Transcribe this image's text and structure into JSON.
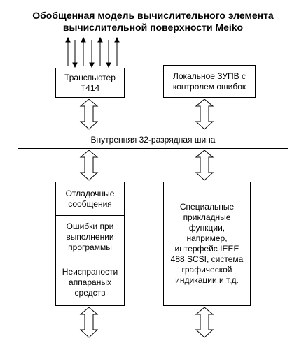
{
  "title": {
    "line1": "Обобщенная модель вычислительного элемента",
    "line2": "вычислительной поверхности Meiko"
  },
  "boxes": {
    "transputer": "Транспьютер Т414",
    "local_memory": "Локальное ЗУПВ с контролем ошибок",
    "bus": "Внутренняя 32-разрядная шина",
    "left_stack": [
      "Отладочные сообщения",
      "Ошибки при выполнении программы",
      "Неиспраности аппараных средств"
    ],
    "special": "Специальные прикладные функции, например, интерфейс IEEE 488 SCSI, система графической индикации и т.д."
  },
  "colors": {
    "line": "#000000",
    "background": "#ffffff"
  }
}
